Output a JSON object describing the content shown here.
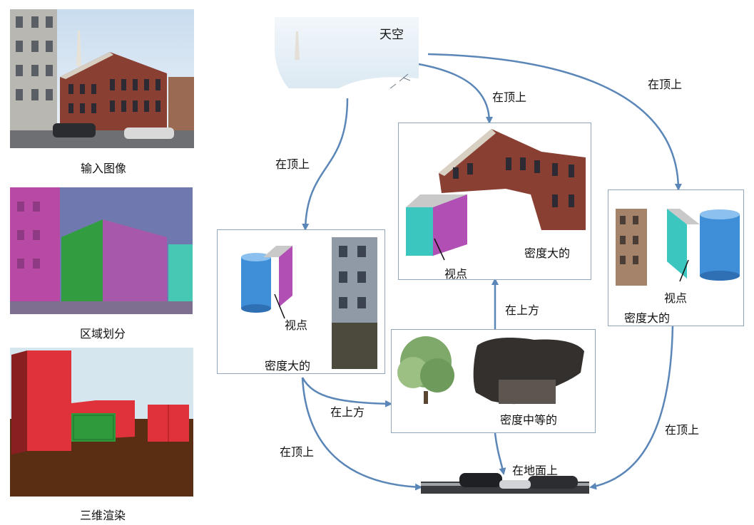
{
  "panels": {
    "input_caption": "输入图像",
    "segment_caption": "区域划分",
    "render_caption": "三维渲染"
  },
  "labels": {
    "sky": "天空",
    "ground": "在地面上",
    "on_top": "在顶上",
    "above": "在上方",
    "dense": "密度大的",
    "medium": "密度中等的",
    "viewpoint": "视点"
  },
  "colors": {
    "arrow": "#5b86b8",
    "box_border": "#8fa6bd",
    "cyan_face": "#3cc6c0",
    "magenta_face": "#b24fb4",
    "grey_top": "#c9c9c9",
    "cylinder_blue": "#3f8fd8",
    "render_red": "#e0323a",
    "render_green": "#2e9a3b",
    "render_ground": "#5a2e12"
  }
}
